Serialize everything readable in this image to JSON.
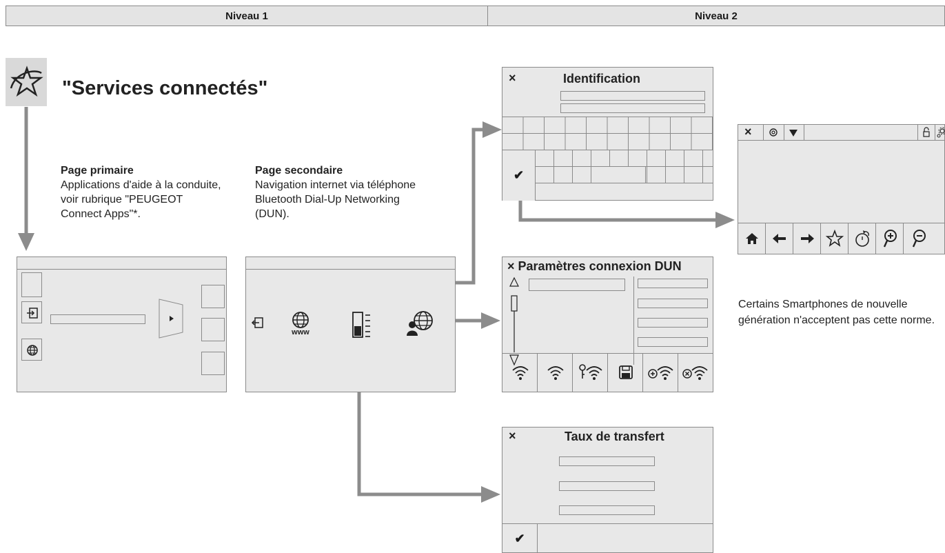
{
  "header": {
    "level1": "Niveau 1",
    "level2": "Niveau 2"
  },
  "main_title": "\"Services connectés\"",
  "primary": {
    "title": "Page primaire",
    "body": "Applications d'aide à la conduite, voir rubrique \"PEUGEOT Connect Apps\"*."
  },
  "secondary": {
    "title": "Page secondaire",
    "body": "Navigation internet via téléphone Bluetooth Dial-Up Networking (DUN)."
  },
  "identification": {
    "title": "Identification",
    "close": "×",
    "validate": "✔"
  },
  "dun": {
    "title": "Paramètres connexion DUN",
    "close": "×"
  },
  "transfer": {
    "title": "Taux de transfert",
    "close": "×",
    "validate": "✔"
  },
  "browser": {
    "close": "×"
  },
  "note": "Certains Smartphones de nouvelle génération n'acceptent pas cette norme.",
  "colors": {
    "arrow": "#8c8c8c",
    "screen_bg": "#e8e8e8",
    "border": "#8a8a8a"
  }
}
